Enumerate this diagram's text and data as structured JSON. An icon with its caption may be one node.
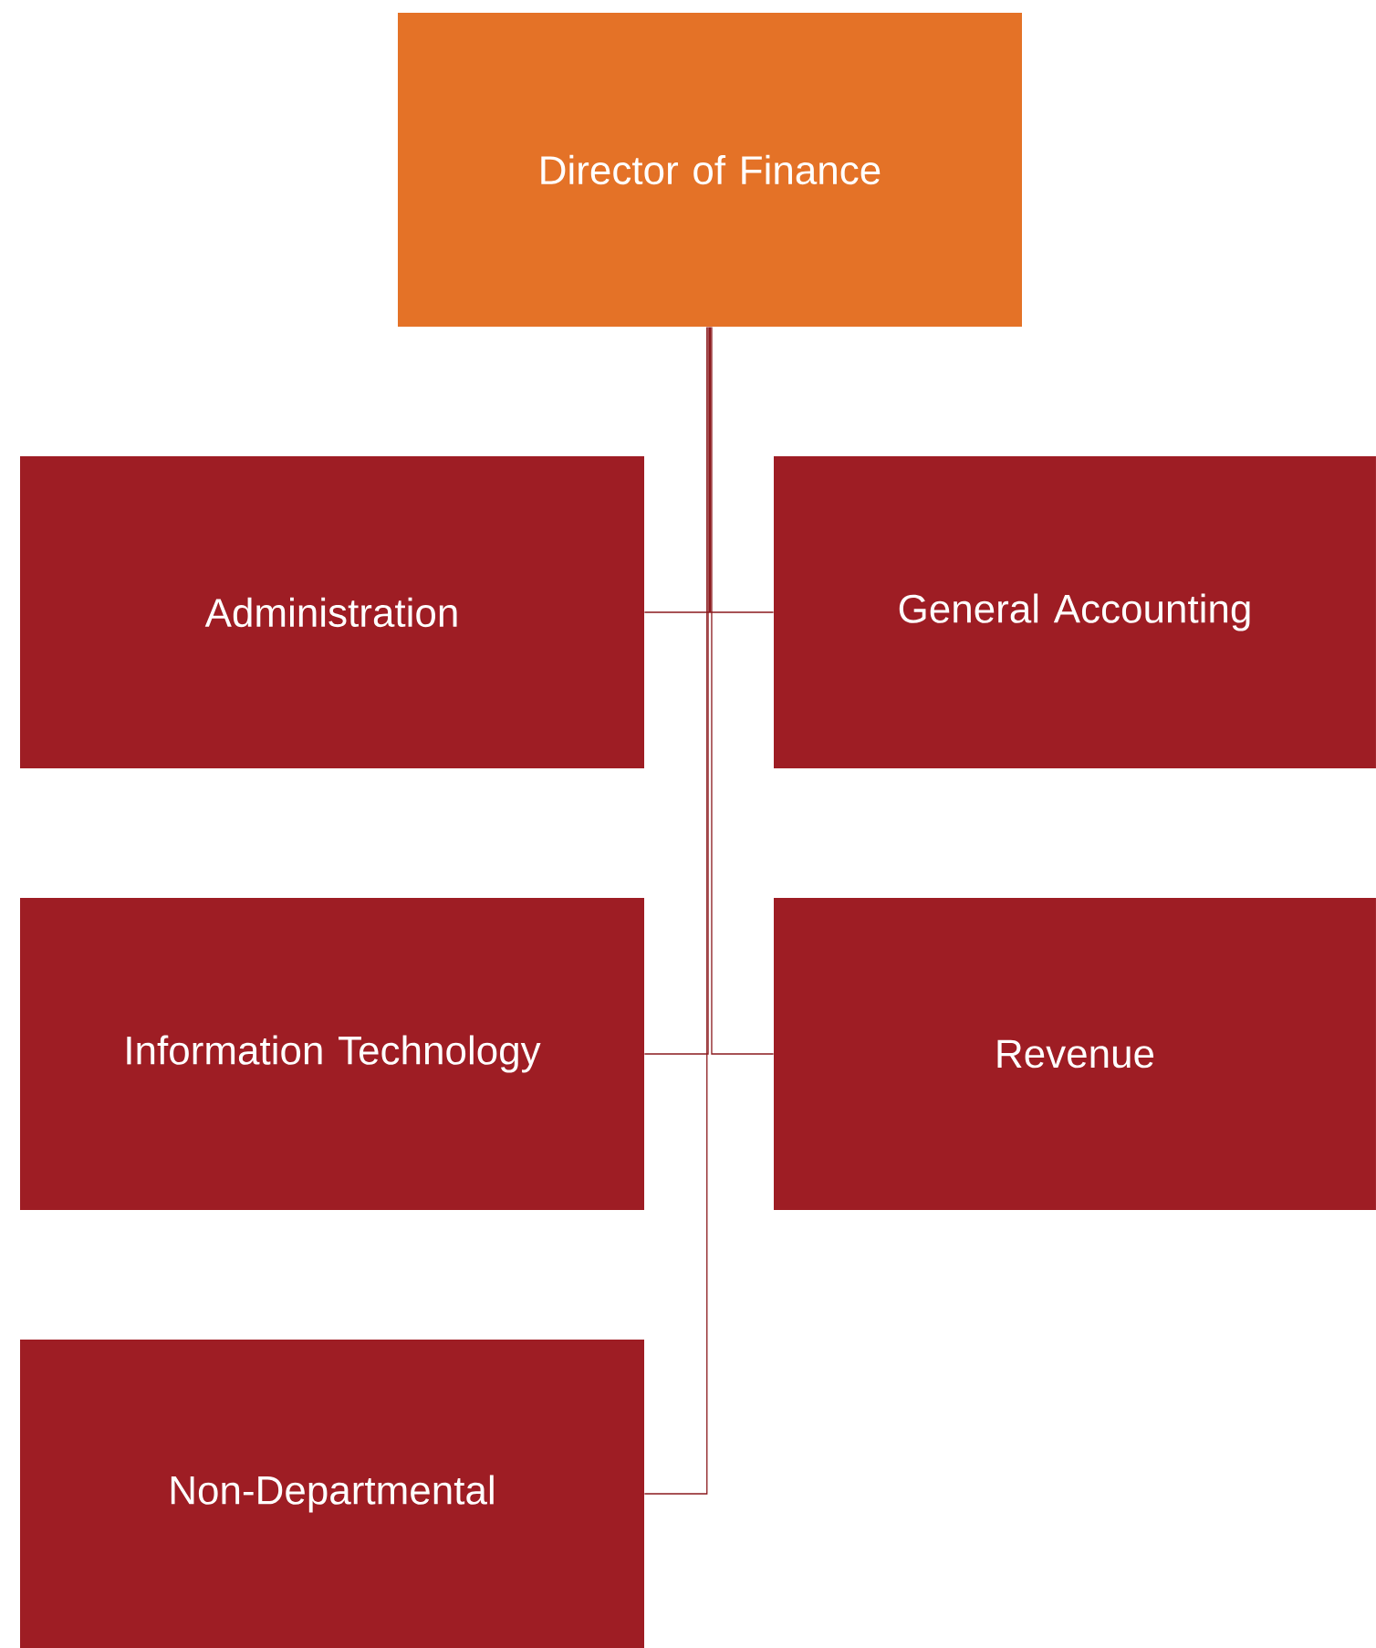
{
  "diagram": {
    "nodes": [
      {
        "text": [
          "Director of Finance"
        ]
      },
      {
        "text": [
          "Administration"
        ]
      },
      {
        "text": [
          "General Accounting"
        ]
      },
      {
        "text": [
          "Information Technology"
        ]
      },
      {
        "text": [
          "Revenue"
        ]
      },
      {
        "text": [
          "Non-Departmental"
        ]
      }
    ],
    "edges": [
      {
        "from": 0,
        "to": 1,
        "arrow": "none"
      },
      {
        "from": 0,
        "to": 2,
        "arrow": "none"
      },
      {
        "from": 0,
        "to": 3,
        "arrow": "none"
      },
      {
        "from": 0,
        "to": 4,
        "arrow": "none"
      },
      {
        "from": 0,
        "to": 5,
        "arrow": "none"
      }
    ]
  }
}
